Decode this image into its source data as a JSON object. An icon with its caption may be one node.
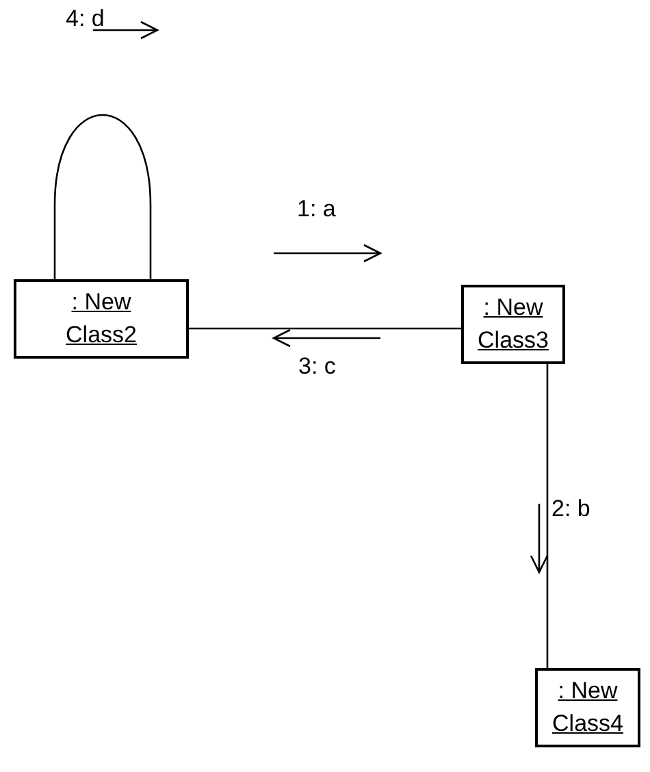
{
  "diagram": {
    "nodes": [
      {
        "text": [
          ": New Class2"
        ]
      },
      {
        "text": [
          ": New Class3"
        ]
      },
      {
        "text": [
          ": New Class4"
        ]
      }
    ],
    "edges": [
      {
        "from": 0,
        "to": 0,
        "arrow": "none"
      },
      {
        "from": 0,
        "to": 1,
        "arrow": "none"
      },
      {
        "from": 1,
        "to": 2,
        "arrow": "none"
      }
    ],
    "labels": [
      "4: d",
      "1: a",
      "3: c",
      "2: b"
    ]
  }
}
